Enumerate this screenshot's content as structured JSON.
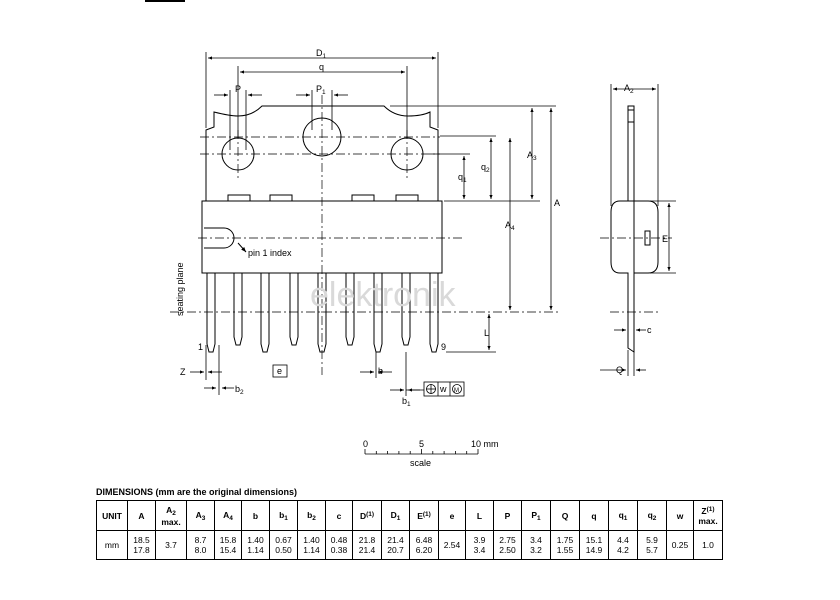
{
  "drawing": {
    "labels": {
      "D1": {
        "base": "D",
        "sub": "1"
      },
      "q": "q",
      "P": "P",
      "P1": {
        "base": "P",
        "sub": "1"
      },
      "A2": {
        "base": "A",
        "sub": "2"
      },
      "A3": {
        "base": "A",
        "sub": "3"
      },
      "A4": {
        "base": "A",
        "sub": "4"
      },
      "A": "A",
      "q1": {
        "base": "q",
        "sub": "1"
      },
      "q2": {
        "base": "q",
        "sub": "2"
      },
      "E": "E",
      "L": "L",
      "c": "c",
      "Q": "Q",
      "Z": "Z",
      "b2": {
        "base": "b",
        "sub": "2"
      },
      "e": "e",
      "b": "b",
      "b1": {
        "base": "b",
        "sub": "1"
      },
      "w": "w",
      "M": "M",
      "pin_1": "1",
      "pin_9": "9",
      "pin1_index": "pin 1 index",
      "seating_plane": "seating plane",
      "watermark": "elektronik"
    },
    "scale": {
      "ticks": [
        "0",
        "5",
        "10 mm"
      ],
      "caption": "scale"
    }
  },
  "table": {
    "title": "DIMENSIONS (mm are the original dimensions)",
    "columns": [
      {
        "key": "unit",
        "label": "UNIT"
      },
      {
        "key": "A",
        "label": "A"
      },
      {
        "key": "A2",
        "label": "A",
        "sub": "2",
        "note": "max."
      },
      {
        "key": "A3",
        "label": "A",
        "sub": "3"
      },
      {
        "key": "A4",
        "label": "A",
        "sub": "4"
      },
      {
        "key": "b",
        "label": "b"
      },
      {
        "key": "b1",
        "label": "b",
        "sub": "1"
      },
      {
        "key": "b2",
        "label": "b",
        "sub": "2"
      },
      {
        "key": "c",
        "label": "c"
      },
      {
        "key": "D",
        "label": "D",
        "sup": "(1)"
      },
      {
        "key": "D1",
        "label": "D",
        "sub": "1"
      },
      {
        "key": "E",
        "label": "E",
        "sup": "(1)"
      },
      {
        "key": "e",
        "label": "e"
      },
      {
        "key": "L",
        "label": "L"
      },
      {
        "key": "P",
        "label": "P"
      },
      {
        "key": "P1",
        "label": "P",
        "sub": "1"
      },
      {
        "key": "Q",
        "label": "Q"
      },
      {
        "key": "q",
        "label": "q"
      },
      {
        "key": "q1",
        "label": "q",
        "sub": "1"
      },
      {
        "key": "q2",
        "label": "q",
        "sub": "2"
      },
      {
        "key": "w",
        "label": "w"
      },
      {
        "key": "Z",
        "label": "Z",
        "sup": "(1)",
        "note": "max."
      }
    ],
    "row": {
      "unit": [
        "mm"
      ],
      "A": [
        "18.5",
        "17.8"
      ],
      "A2": [
        "3.7"
      ],
      "A3": [
        "8.7",
        "8.0"
      ],
      "A4": [
        "15.8",
        "15.4"
      ],
      "b": [
        "1.40",
        "1.14"
      ],
      "b1": [
        "0.67",
        "0.50"
      ],
      "b2": [
        "1.40",
        "1.14"
      ],
      "c": [
        "0.48",
        "0.38"
      ],
      "D": [
        "21.8",
        "21.4"
      ],
      "D1": [
        "21.4",
        "20.7"
      ],
      "E": [
        "6.48",
        "6.20"
      ],
      "e": [
        "2.54"
      ],
      "L": [
        "3.9",
        "3.4"
      ],
      "P": [
        "2.75",
        "2.50"
      ],
      "P1": [
        "3.4",
        "3.2"
      ],
      "Q": [
        "1.75",
        "1.55"
      ],
      "q": [
        "15.1",
        "14.9"
      ],
      "q1": [
        "4.4",
        "4.2"
      ],
      "q2": [
        "5.9",
        "5.7"
      ],
      "w": [
        "0.25"
      ],
      "Z": [
        "1.0"
      ]
    }
  }
}
